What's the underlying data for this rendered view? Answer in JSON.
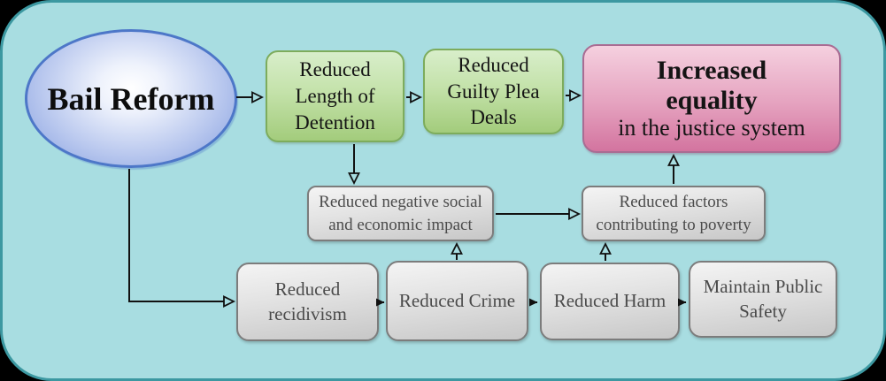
{
  "diagram": {
    "topic": "Bail Reform causal flow diagram"
  },
  "colors": {
    "background": "#a8dde1",
    "canvas_border": "#3c98a1",
    "outer_background": "#000000",
    "node_blue_fill": "#93a9e4",
    "node_blue_border": "#4d77c8",
    "node_green_top": "#d8eeca",
    "node_green_bottom": "#a3cc7c",
    "node_green_border": "#7dac5c",
    "node_pink_top": "#f5d0df",
    "node_pink_bottom": "#d3749f",
    "node_pink_border": "#a96c93",
    "node_gray_top": "#f4f4f4",
    "node_gray_bottom": "#c7c7c7",
    "node_gray_border": "#7c7c7c",
    "arrow": "#111111"
  },
  "nodes": {
    "bail_reform": {
      "label": "Bail Reform"
    },
    "reduced_length_of_detention": {
      "lines": [
        "Reduced",
        "Length of",
        "Detention"
      ]
    },
    "reduced_guilty_plea_deals": {
      "lines": [
        "Reduced",
        "Guilty Plea",
        "Deals"
      ]
    },
    "increased_equality": {
      "title_lines": [
        "Increased",
        "equality"
      ],
      "subtitle": "in the justice system"
    },
    "reduced_negative_social_and_economic_impact": {
      "lines": [
        "Reduced negative social",
        "and economic impact"
      ]
    },
    "reduced_factors_contributing_to_poverty": {
      "lines": [
        "Reduced factors",
        "contributing to poverty"
      ]
    },
    "reduced_recidivism": {
      "lines": [
        "Reduced",
        "recidivism"
      ]
    },
    "reduced_crime": {
      "label": "Reduced Crime"
    },
    "reduced_harm": {
      "label": "Reduced Harm"
    },
    "maintain_public_safety": {
      "lines": [
        "Maintain Public",
        "Safety"
      ]
    }
  },
  "edges": [
    {
      "from": "bail_reform",
      "to": "reduced_length_of_detention",
      "arrowhead": "open"
    },
    {
      "from": "reduced_length_of_detention",
      "to": "reduced_guilty_plea_deals",
      "arrowhead": "open"
    },
    {
      "from": "reduced_guilty_plea_deals",
      "to": "increased_equality",
      "arrowhead": "open"
    },
    {
      "from": "reduced_length_of_detention",
      "to": "reduced_negative_social_and_economic_impact",
      "arrowhead": "open"
    },
    {
      "from": "reduced_negative_social_and_economic_impact",
      "to": "reduced_factors_contributing_to_poverty",
      "arrowhead": "open"
    },
    {
      "from": "reduced_factors_contributing_to_poverty",
      "to": "increased_equality",
      "arrowhead": "open"
    },
    {
      "from": "bail_reform",
      "to": "reduced_recidivism",
      "arrowhead": "open"
    },
    {
      "from": "reduced_crime",
      "to": "reduced_negative_social_and_economic_impact",
      "arrowhead": "open"
    },
    {
      "from": "reduced_harm",
      "to": "reduced_factors_contributing_to_poverty",
      "arrowhead": "open"
    },
    {
      "from": "reduced_recidivism",
      "to": "reduced_crime",
      "arrowhead": "filled"
    },
    {
      "from": "reduced_crime",
      "to": "reduced_harm",
      "arrowhead": "filled"
    },
    {
      "from": "reduced_harm",
      "to": "maintain_public_safety",
      "arrowhead": "filled"
    }
  ]
}
